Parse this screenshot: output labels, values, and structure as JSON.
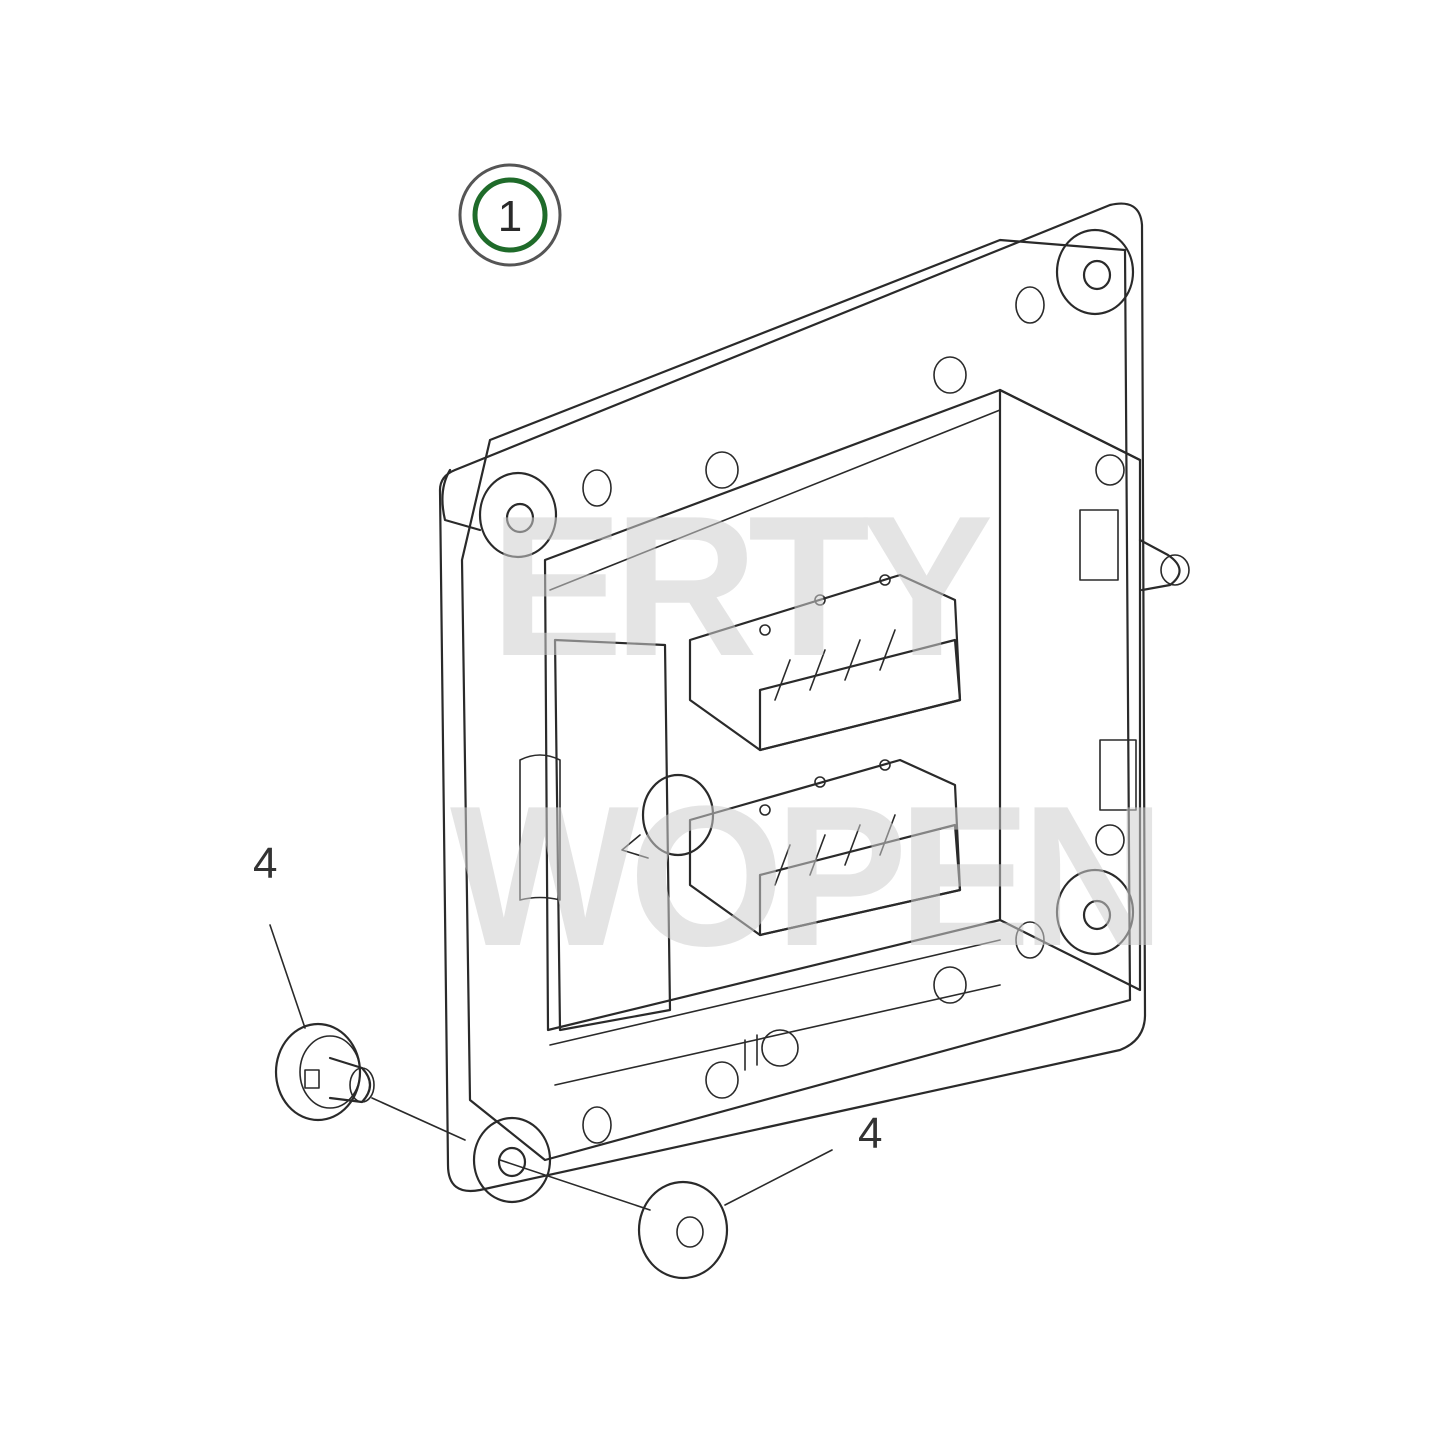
{
  "diagram": {
    "colors": {
      "line": "#2a2a2a",
      "fill_light": "#f2f2f2",
      "fill_mid": "#e4e4e4",
      "fill_dark": "#cfcfcf",
      "badge_ring": "#1f6b2a"
    },
    "badge": {
      "label": "1"
    },
    "callouts": [
      {
        "label": "4"
      },
      {
        "label": "4"
      }
    ],
    "watermark": {
      "line1": "ERTY",
      "line2": "WOPEN"
    },
    "icons": [
      "control-unit-housing",
      "connector",
      "grommet"
    ]
  }
}
